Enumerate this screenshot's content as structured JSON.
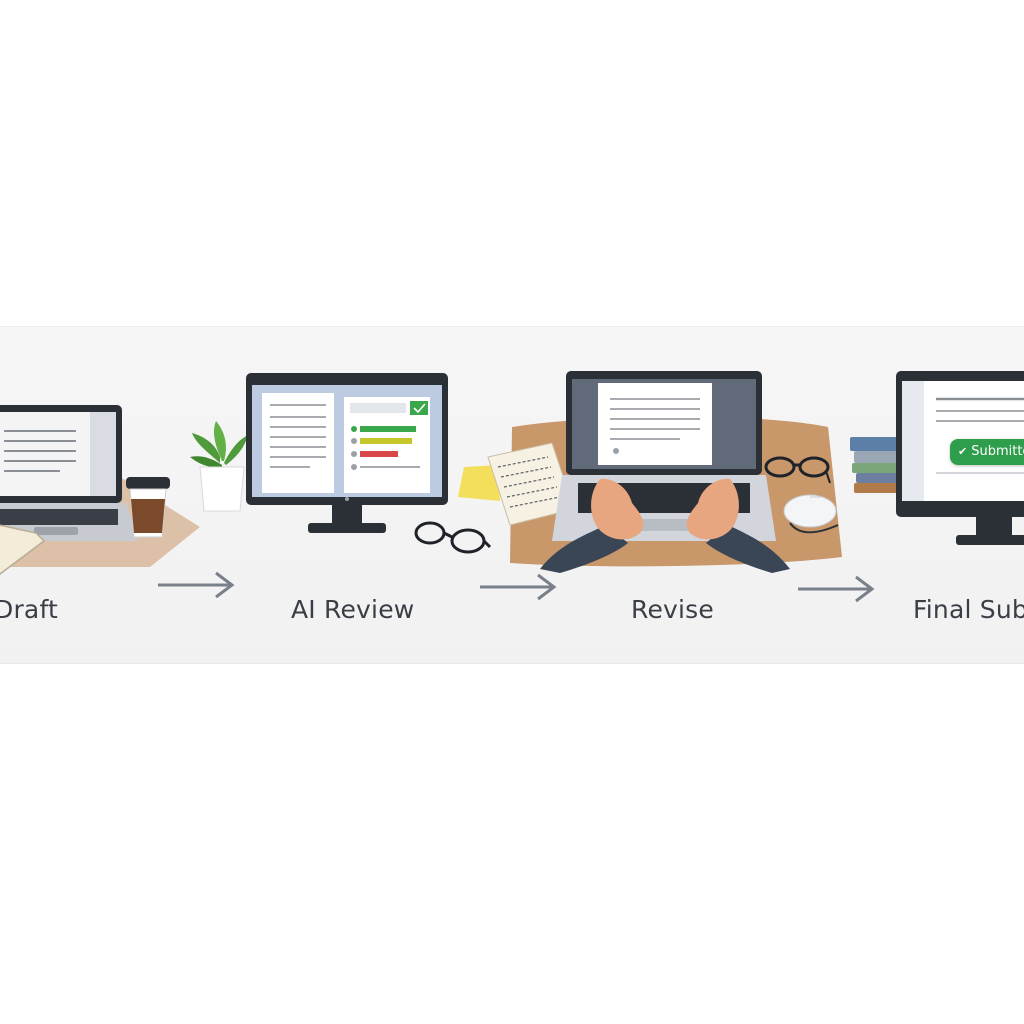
{
  "steps": [
    {
      "label": "Draft"
    },
    {
      "label": "AI Review"
    },
    {
      "label": "Revise"
    },
    {
      "label": "Final Submission"
    }
  ],
  "submit_badge": {
    "text": "Submitted"
  },
  "colors": {
    "band": "#f3f3f3",
    "monitor": "#2b2f36",
    "arrow": "#7a8089",
    "desk": "#c8976a",
    "badge": "#2e9e4c",
    "highlight_green": "#3aa84a",
    "highlight_yellow": "#c6c72a",
    "highlight_red": "#d84848"
  }
}
